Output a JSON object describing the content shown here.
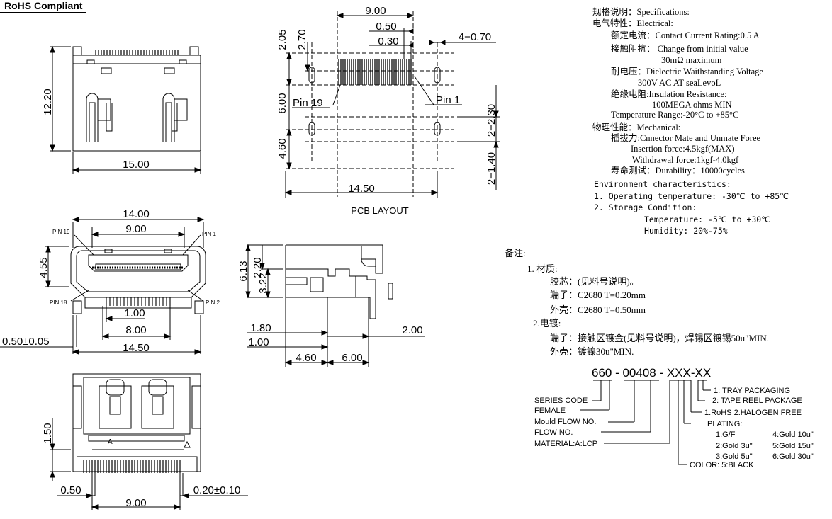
{
  "badge": "RoHS Compliant",
  "top_view": {
    "width": "15.00",
    "height": "12.20"
  },
  "pcb_layout": {
    "title": "PCB LAYOUT",
    "dims": {
      "w900": "9.00",
      "w050": "0.50",
      "w030": "0.30",
      "holes": "4−0.70",
      "v205": "2.05",
      "v270": "2.70",
      "v600": "6.00",
      "v460": "4.60",
      "v230": "2−2.30",
      "v140": "2−1.40",
      "w1450": "14.50"
    },
    "pin19": "Pin 19",
    "pin1": "Pin 1"
  },
  "front_view": {
    "dims": {
      "w1400": "14.00",
      "w900": "9.00",
      "v455": "4.55",
      "w100": "1.00",
      "w800": "8.00",
      "tol": "0.50±0.05",
      "w1450": "14.50"
    },
    "pins": {
      "p19": "PIN 19",
      "p1": "PIN 1",
      "p18": "PIN 18",
      "p2": "PIN 2"
    }
  },
  "side_view": {
    "dims": {
      "v613": "6.13",
      "v220": "2.20",
      "v322": "3.22",
      "w180": "1.80",
      "w100": "1.00",
      "w200": "2.00",
      "w460": "4.60",
      "w600": "6.00"
    }
  },
  "bottom_view": {
    "dims": {
      "v150": "1.50",
      "w050": "0.50",
      "tol": "0.20±0.10",
      "w900": "9.00"
    }
  },
  "specs": {
    "lines": [
      "规格说明：Specifications:",
      "电气特性：Electrical:",
      "额定电流：Contact Current Rating:0.5 A",
      "接触阻抗： Change from initial value",
      "30mΩ   maximum",
      "耐电压：Dielectric Waithstanding Voltage",
      "300V AC AT seaLevoL",
      "绝缘电阻:Insulation   Resistance:",
      "100MEGA ohms MIN",
      "Temperature Range:-20°C to +85°C",
      "物理性能：Mechanical:",
      "插拔力:Cnnector Mate and Unmate Foree",
      "Insertion force:4.5kgf(MAX)",
      "Withdrawal force:1kgf-4.0kgf",
      "寿命测试：Durability：10000cycles"
    ],
    "env": [
      "Environment characteristics:",
      "1. Operating temperature: -30℃ to +85℃",
      "2. Storage Condition:",
      "Temperature: -5℃ to +30℃",
      "Humidity: 20%-75%"
    ]
  },
  "notes": {
    "header": "备注:",
    "lines": [
      "1. 材质:",
      "胶芯：(见料号说明)。",
      "端子：C2680 T=0.20mm",
      "外壳：C2680 T=0.50mm",
      "2.电镀:",
      "端子：接触区镀金(见料号说明)，焊锡区镀锡50u\"MIN.",
      "外壳：镀镍30u\"MIN."
    ]
  },
  "part_number": {
    "code": "660 - 00408 - XXX-XX",
    "left": [
      "SERIES CODE",
      "FEMALE",
      "Mould FLOW NO.",
      "FLOW NO.",
      "MATERIAL:A:LCP"
    ],
    "right": [
      "1: TRAY PACKAGING",
      "2: TAPE REEL PACKAGE",
      "1.RoHS  2.HALOGEN FREE",
      "PLATING:",
      "1:G/F",
      "2:Gold  3u\"",
      "3:Gold  5u\"",
      "4:Gold  10u\"",
      "5:Gold  15u\"",
      "6:Gold  30u\"",
      "COLOR: 5:BLACK"
    ]
  }
}
